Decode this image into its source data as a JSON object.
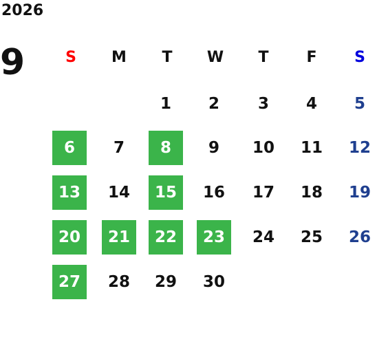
{
  "calendar": {
    "year": "2026",
    "month": "9",
    "weekdays": [
      "S",
      "M",
      "T",
      "W",
      "T",
      "F",
      "S"
    ],
    "colors": {
      "highlight": "#3bb44a",
      "sunday_header": "#ff0000",
      "saturday_header": "#0000dd",
      "saturday_date": "#1f3f8f",
      "text": "#111111"
    },
    "weeks": [
      [
        {
          "day": "",
          "highlighted": false
        },
        {
          "day": "",
          "highlighted": false
        },
        {
          "day": "1",
          "highlighted": false
        },
        {
          "day": "2",
          "highlighted": false
        },
        {
          "day": "3",
          "highlighted": false
        },
        {
          "day": "4",
          "highlighted": false
        },
        {
          "day": "5",
          "highlighted": false
        }
      ],
      [
        {
          "day": "6",
          "highlighted": true
        },
        {
          "day": "7",
          "highlighted": false
        },
        {
          "day": "8",
          "highlighted": true
        },
        {
          "day": "9",
          "highlighted": false
        },
        {
          "day": "10",
          "highlighted": false
        },
        {
          "day": "11",
          "highlighted": false
        },
        {
          "day": "12",
          "highlighted": false
        }
      ],
      [
        {
          "day": "13",
          "highlighted": true
        },
        {
          "day": "14",
          "highlighted": false
        },
        {
          "day": "15",
          "highlighted": true
        },
        {
          "day": "16",
          "highlighted": false
        },
        {
          "day": "17",
          "highlighted": false
        },
        {
          "day": "18",
          "highlighted": false
        },
        {
          "day": "19",
          "highlighted": false
        }
      ],
      [
        {
          "day": "20",
          "highlighted": true
        },
        {
          "day": "21",
          "highlighted": true
        },
        {
          "day": "22",
          "highlighted": true
        },
        {
          "day": "23",
          "highlighted": true
        },
        {
          "day": "24",
          "highlighted": false
        },
        {
          "day": "25",
          "highlighted": false
        },
        {
          "day": "26",
          "highlighted": false
        }
      ],
      [
        {
          "day": "27",
          "highlighted": true
        },
        {
          "day": "28",
          "highlighted": false
        },
        {
          "day": "29",
          "highlighted": false
        },
        {
          "day": "30",
          "highlighted": false
        },
        {
          "day": "",
          "highlighted": false
        },
        {
          "day": "",
          "highlighted": false
        },
        {
          "day": "",
          "highlighted": false
        }
      ]
    ]
  }
}
